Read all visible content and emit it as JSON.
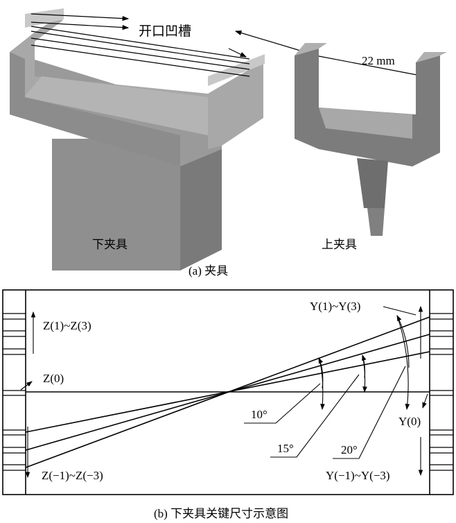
{
  "part_a": {
    "groove_label": "开口凹槽",
    "dimension": "22 mm",
    "lower_fixture": "下夹具",
    "upper_fixture": "上夹具",
    "caption": "(a) 夹具"
  },
  "part_b": {
    "z_pos": "Z(1)~Z(3)",
    "z_zero": "Z(0)",
    "z_neg": "Z(−1)~Z(−3)",
    "y_pos": "Y(1)~Y(3)",
    "y_zero": "Y(0)",
    "y_neg": "Y(−1)~Y(−3)",
    "angle_10": "10°",
    "angle_15": "15°",
    "angle_20": "20°",
    "caption": "(b) 下夹具关键尺寸示意图"
  }
}
